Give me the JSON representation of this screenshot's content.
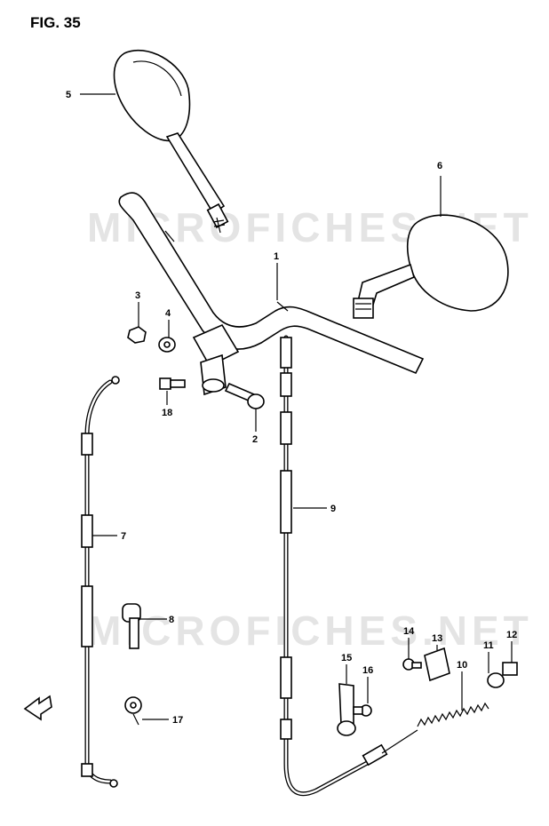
{
  "figure": {
    "title": "FIG. 35"
  },
  "watermark": {
    "text": "MICROFICHES.NET"
  },
  "callouts": [
    {
      "id": "1",
      "label": "1"
    },
    {
      "id": "2",
      "label": "2"
    },
    {
      "id": "3",
      "label": "3"
    },
    {
      "id": "4",
      "label": "4"
    },
    {
      "id": "5",
      "label": "5"
    },
    {
      "id": "6",
      "label": "6"
    },
    {
      "id": "7",
      "label": "7"
    },
    {
      "id": "8",
      "label": "8"
    },
    {
      "id": "9",
      "label": "9"
    },
    {
      "id": "10",
      "label": "10"
    },
    {
      "id": "11",
      "label": "11"
    },
    {
      "id": "12",
      "label": "12"
    },
    {
      "id": "13",
      "label": "13"
    },
    {
      "id": "14",
      "label": "14"
    },
    {
      "id": "15",
      "label": "15"
    },
    {
      "id": "16",
      "label": "16"
    },
    {
      "id": "17",
      "label": "17"
    },
    {
      "id": "18",
      "label": "18"
    }
  ],
  "icons": {
    "front_arrow": "front-direction-arrow-icon"
  },
  "colors": {
    "ink": "#000000",
    "paper": "#ffffff",
    "watermark": "#e4e4e4"
  }
}
